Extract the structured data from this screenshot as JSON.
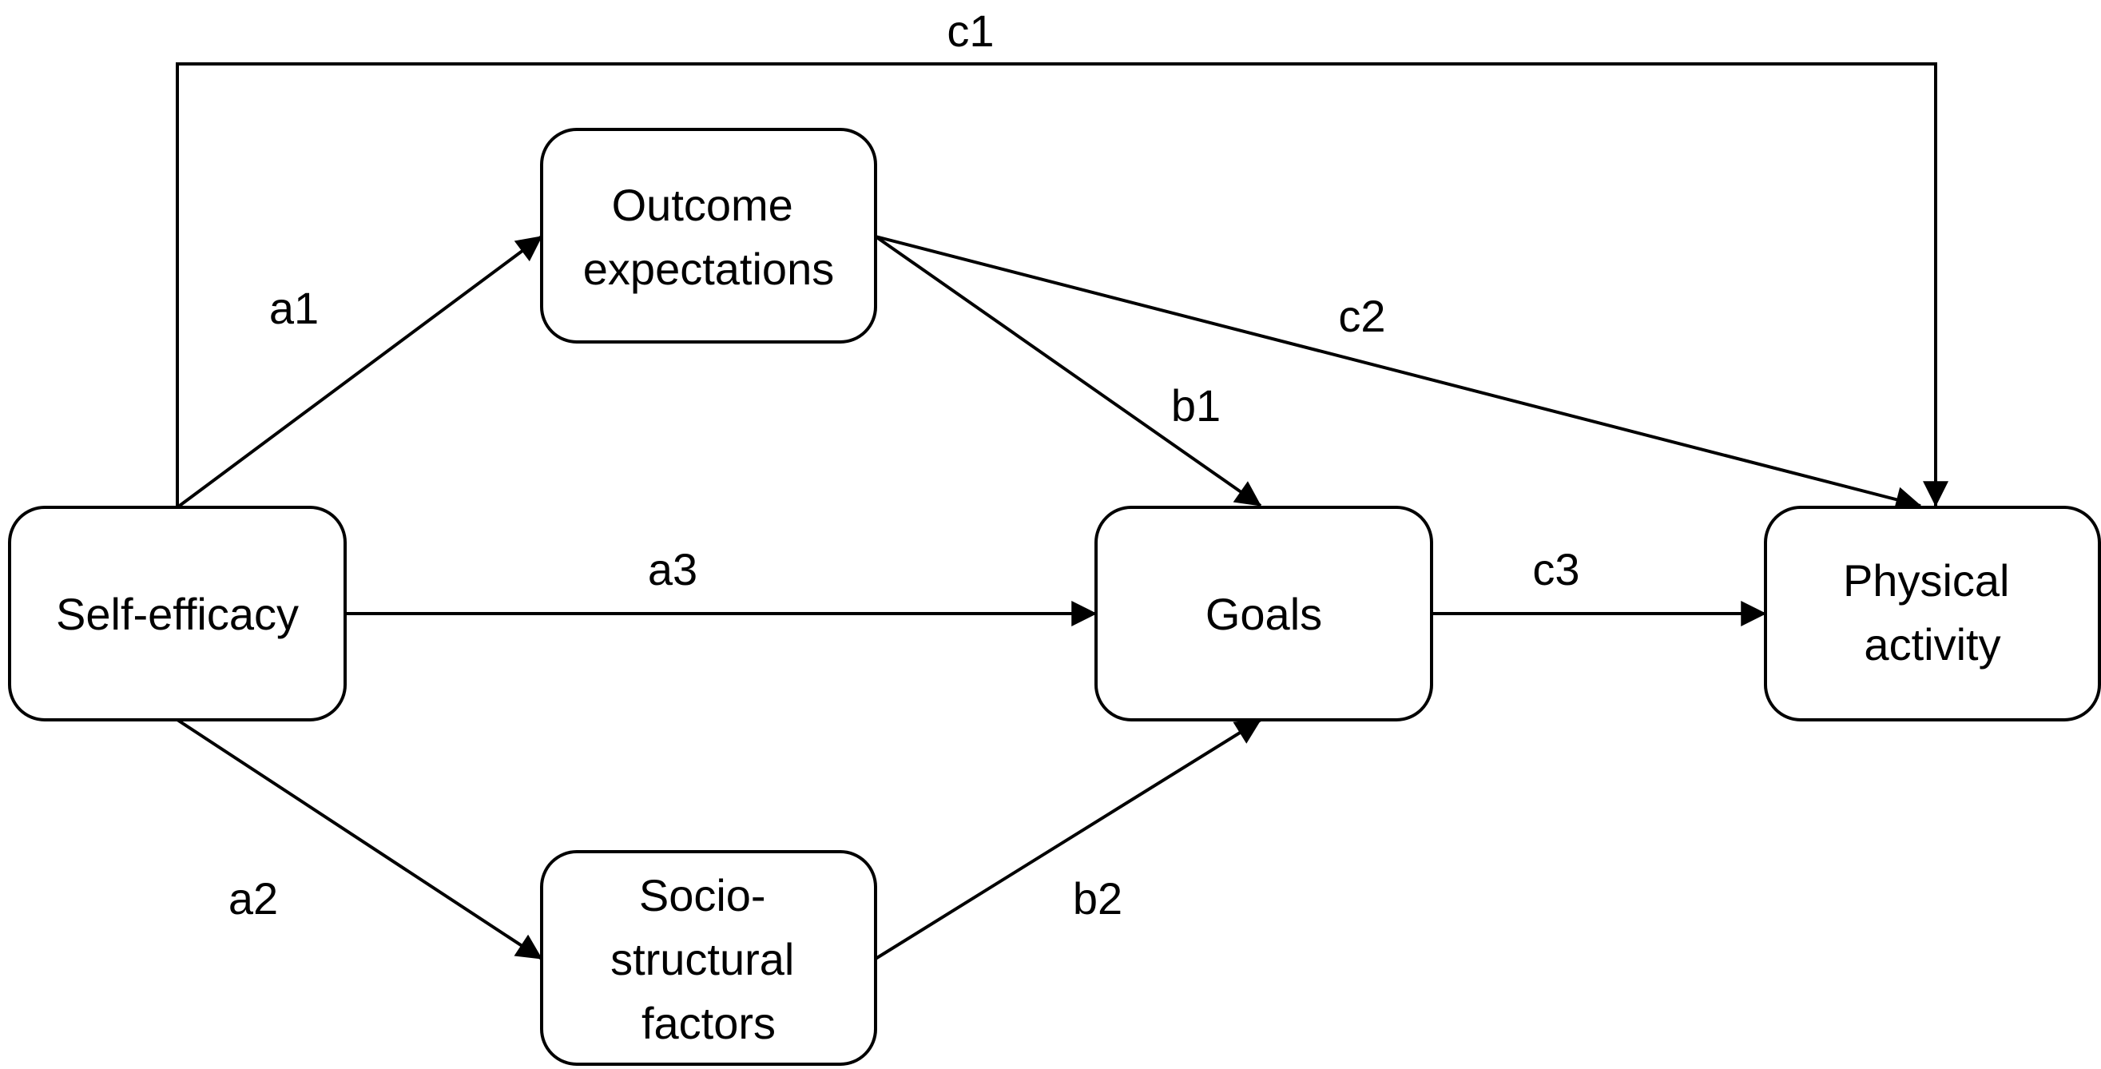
{
  "nodes": {
    "self_efficacy": {
      "lines": [
        "Self-efficacy"
      ]
    },
    "outcome_expectations": {
      "lines": [
        "Outcome",
        "expectations"
      ]
    },
    "goals": {
      "lines": [
        "Goals"
      ]
    },
    "sociostructural_factors": {
      "lines": [
        "Socio-",
        "structural",
        "factors"
      ]
    },
    "physical_activity": {
      "lines": [
        "Physical",
        "activity"
      ]
    }
  },
  "edges": {
    "a1": {
      "label": "a1",
      "from": "Self-efficacy",
      "to": "Outcome expectations"
    },
    "a2": {
      "label": "a2",
      "from": "Self-efficacy",
      "to": "Socio-structural factors"
    },
    "a3": {
      "label": "a3",
      "from": "Self-efficacy",
      "to": "Goals"
    },
    "b1": {
      "label": "b1",
      "from": "Outcome expectations",
      "to": "Goals"
    },
    "b2": {
      "label": "b2",
      "from": "Socio-structural factors",
      "to": "Goals"
    },
    "c1": {
      "label": "c1",
      "from": "Self-efficacy",
      "to": "Physical activity"
    },
    "c2": {
      "label": "c2",
      "from": "Outcome expectations",
      "to": "Physical activity"
    },
    "c3": {
      "label": "c3",
      "from": "Goals",
      "to": "Physical activity"
    }
  },
  "colors": {
    "stroke": "#000000",
    "background": "#ffffff",
    "text": "#000000"
  }
}
